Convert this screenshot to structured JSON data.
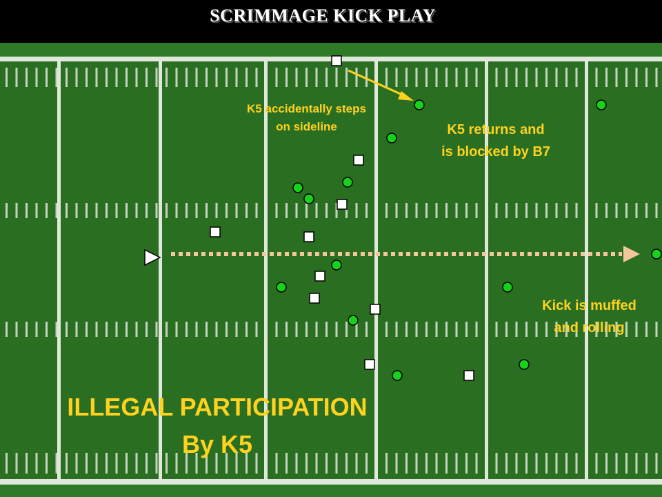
{
  "slide": {
    "title": "SCRIMMAGE KICK PLAY"
  },
  "labels": {
    "sideline_step": "K5 accidentally steps\non sideline",
    "returns": "K5 returns and\nis blocked by B7",
    "muffed": "Kick is muffed\nand rolling",
    "illegal": "ILLEGAL PARTICIPATION",
    "by": "By K5"
  },
  "colors": {
    "field": "#2a6e22",
    "field_dark": "#215a1b",
    "lines": "#dfe8da",
    "team_k": "#ffffff",
    "team_r": "#17d21a",
    "label": "#ffd21e",
    "ball_path": "#f3c79a"
  },
  "legend_icons": {
    "team_k_marker": "white-square-icon",
    "team_r_marker": "green-circle-icon",
    "ball_marker": "triangle-arrow-icon"
  }
}
